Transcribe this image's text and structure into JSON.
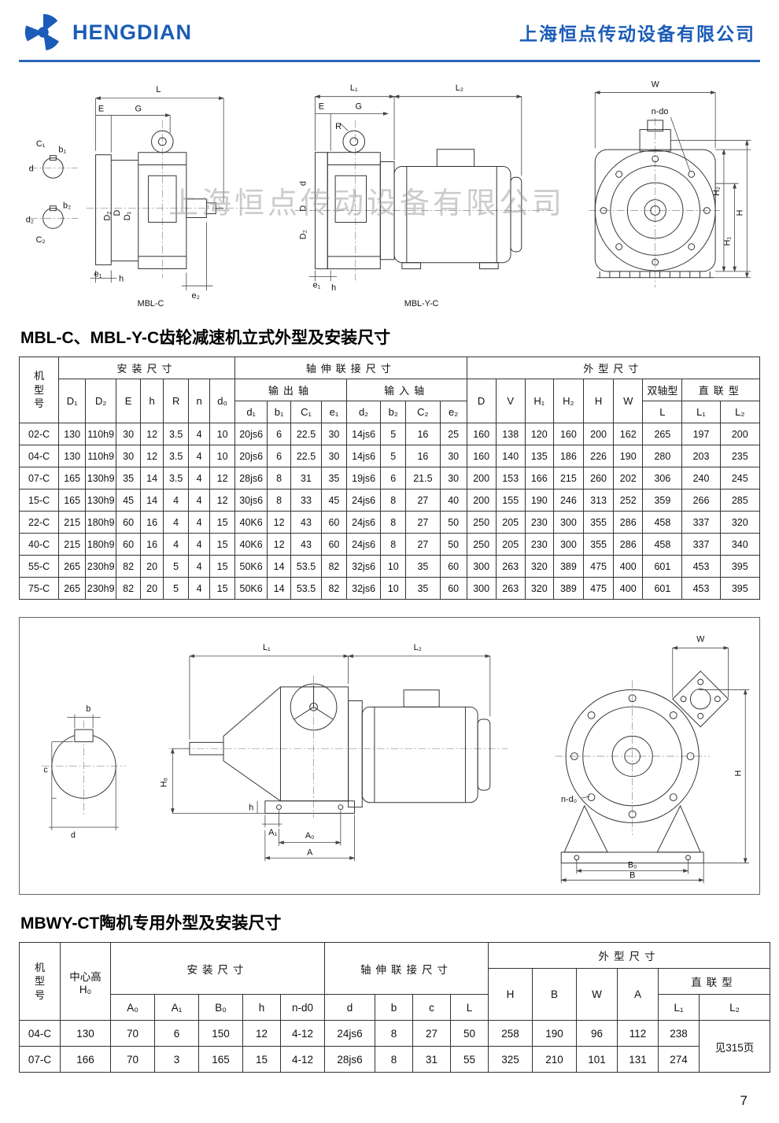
{
  "header": {
    "brand": "HENGDIAN",
    "company": "上海恒点传动设备有限公司",
    "accent_color": "#1b5cb8"
  },
  "watermark": "上海恒点传动设备有限公司",
  "page_number": "7",
  "dim_labels": {
    "L": "L",
    "L1": "L₁",
    "L2": "L₂",
    "E": "E",
    "G": "G",
    "R": "R",
    "W": "W",
    "H": "H",
    "H0": "H₀",
    "H1": "H₁",
    "H2": "H₂",
    "C1": "C₁",
    "C2": "C₂",
    "b1": "b₁",
    "b2": "b₂",
    "d": "d",
    "d2": "d₂",
    "e1": "e₁",
    "e2": "e₂",
    "D": "D",
    "D1": "D₁",
    "D2": "D₂",
    "b": "b",
    "c": "c",
    "h": "h",
    "n_do": "n-do",
    "n_d0": "n-d₀",
    "A": "A",
    "A0": "A₀",
    "A1": "A₁",
    "B": "B",
    "B0": "B₀",
    "caption_mbl_c": "MBL-C",
    "caption_mbl_y_c": "MBL-Y-C"
  },
  "section1": {
    "title": "MBL-C、MBL-Y-C齿轮减速机立式外型及安装尺寸",
    "table": {
      "headers": {
        "model": "机型号",
        "install": "安装尺寸",
        "shaft": "轴伸联接尺寸",
        "outline": "外型尺寸",
        "output_shaft": "输出轴",
        "input_shaft": "输入轴",
        "double_shaft": "双轴型",
        "direct": "直联型",
        "cols_install": [
          "D₁",
          "D₂",
          "E",
          "h",
          "R",
          "n",
          "d₀"
        ],
        "cols_output": [
          "d₁",
          "b₁",
          "C₁",
          "e₁"
        ],
        "cols_input": [
          "d₂",
          "b₂",
          "C₂",
          "e₂"
        ],
        "cols_outline": [
          "D",
          "V",
          "H₁",
          "H₂",
          "H",
          "W"
        ],
        "col_L": "L",
        "col_L1": "L₁",
        "col_L2": "L₂"
      },
      "rows": [
        [
          "02-C",
          "130",
          "110h9",
          "30",
          "12",
          "3.5",
          "4",
          "10",
          "20js6",
          "6",
          "22.5",
          "30",
          "14js6",
          "5",
          "16",
          "25",
          "160",
          "138",
          "120",
          "160",
          "200",
          "162",
          "265",
          "197",
          "200"
        ],
        [
          "04-C",
          "130",
          "110h9",
          "30",
          "12",
          "3.5",
          "4",
          "10",
          "20js6",
          "6",
          "22.5",
          "30",
          "14js6",
          "5",
          "16",
          "30",
          "160",
          "140",
          "135",
          "186",
          "226",
          "190",
          "280",
          "203",
          "235"
        ],
        [
          "07-C",
          "165",
          "130h9",
          "35",
          "14",
          "3.5",
          "4",
          "12",
          "28js6",
          "8",
          "31",
          "35",
          "19js6",
          "6",
          "21.5",
          "30",
          "200",
          "153",
          "166",
          "215",
          "260",
          "202",
          "306",
          "240",
          "245"
        ],
        [
          "15-C",
          "165",
          "130h9",
          "45",
          "14",
          "4",
          "4",
          "12",
          "30js6",
          "8",
          "33",
          "45",
          "24js6",
          "8",
          "27",
          "40",
          "200",
          "155",
          "190",
          "246",
          "313",
          "252",
          "359",
          "266",
          "285"
        ],
        [
          "22-C",
          "215",
          "180h9",
          "60",
          "16",
          "4",
          "4",
          "15",
          "40K6",
          "12",
          "43",
          "60",
          "24js6",
          "8",
          "27",
          "50",
          "250",
          "205",
          "230",
          "300",
          "355",
          "286",
          "458",
          "337",
          "320"
        ],
        [
          "40-C",
          "215",
          "180h9",
          "60",
          "16",
          "4",
          "4",
          "15",
          "40K6",
          "12",
          "43",
          "60",
          "24js6",
          "8",
          "27",
          "50",
          "250",
          "205",
          "230",
          "300",
          "355",
          "286",
          "458",
          "337",
          "340"
        ],
        [
          "55-C",
          "265",
          "230h9",
          "82",
          "20",
          "5",
          "4",
          "15",
          "50K6",
          "14",
          "53.5",
          "82",
          "32js6",
          "10",
          "35",
          "60",
          "300",
          "263",
          "320",
          "389",
          "475",
          "400",
          "601",
          "453",
          "395"
        ],
        [
          "75-C",
          "265",
          "230h9",
          "82",
          "20",
          "5",
          "4",
          "15",
          "50K6",
          "14",
          "53.5",
          "82",
          "32js6",
          "10",
          "35",
          "60",
          "300",
          "263",
          "320",
          "389",
          "475",
          "400",
          "601",
          "453",
          "395"
        ]
      ]
    }
  },
  "section2": {
    "title": "MBWY-CT陶机专用外型及安装尺寸",
    "table": {
      "headers": {
        "model": "机型号",
        "center_height": "中心高",
        "center_height_sym": "H₀",
        "install": "安装尺寸",
        "shaft": "轴伸联接尺寸",
        "outline": "外型尺寸",
        "direct": "直联型",
        "cols_install": [
          "A₀",
          "A₁",
          "B₀",
          "h",
          "n-d0"
        ],
        "cols_shaft": [
          "d",
          "b",
          "c",
          "L"
        ],
        "cols_outline": [
          "H",
          "B",
          "W",
          "A"
        ],
        "col_L1": "L₁",
        "col_L2": "L₂"
      },
      "rows": [
        [
          "04-C",
          "130",
          "70",
          "6",
          "150",
          "12",
          "4-12",
          "24js6",
          "8",
          "27",
          "50",
          "258",
          "190",
          "96",
          "112",
          "238",
          {
            "t": "见315页",
            "rs": 2
          }
        ],
        [
          "07-C",
          "166",
          "70",
          "3",
          "165",
          "15",
          "4-12",
          "28js6",
          "8",
          "31",
          "55",
          "325",
          "210",
          "101",
          "131",
          "274"
        ]
      ]
    }
  }
}
